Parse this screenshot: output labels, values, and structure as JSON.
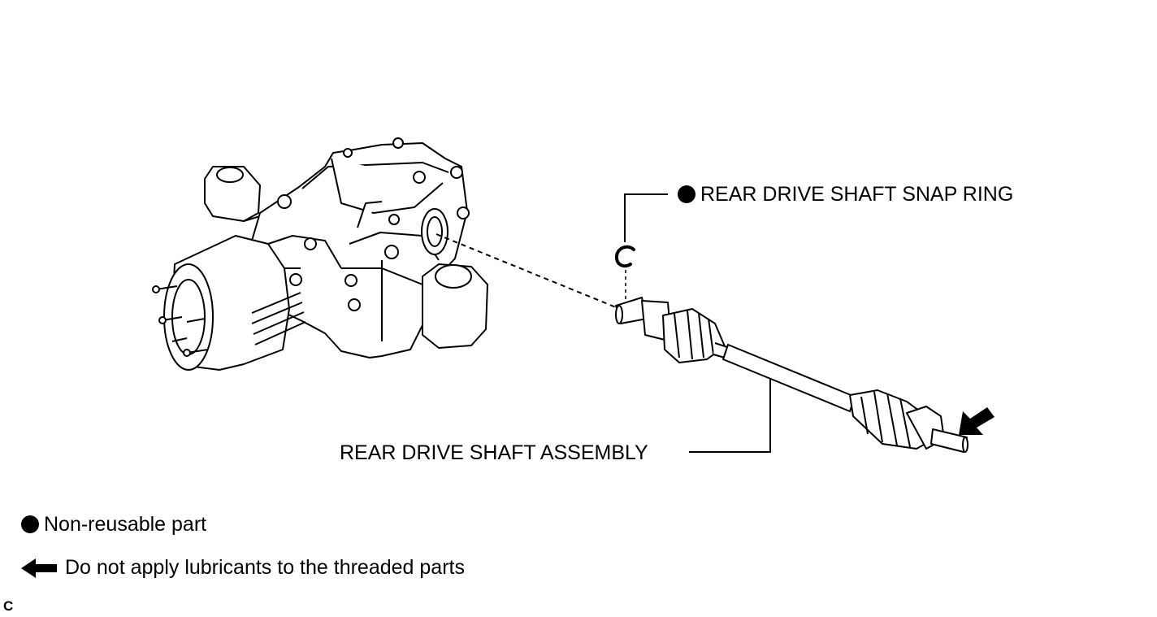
{
  "labels": {
    "snap_ring": "REAR DRIVE SHAFT SNAP RING",
    "assembly": "REAR DRIVE SHAFT ASSEMBLY"
  },
  "legend": {
    "non_reusable": "Non-reusable part",
    "no_lubricant": "Do not apply lubricants to the threaded parts"
  },
  "code": "C",
  "icons": {
    "non_reusable": "filled-circle-icon",
    "no_lubricant": "left-arrow-icon"
  },
  "colors": {
    "ink": "#000000",
    "paper": "#ffffff"
  }
}
